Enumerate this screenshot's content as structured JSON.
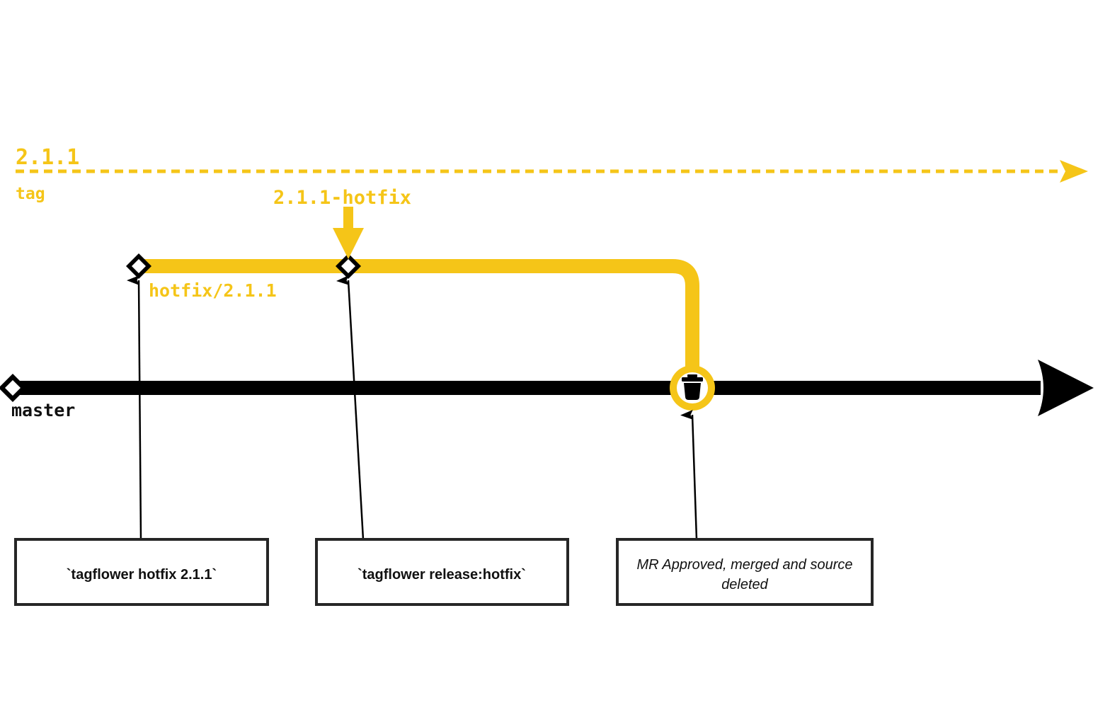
{
  "diagram": {
    "type": "git-branch-timeline",
    "background_color": "#ffffff",
    "accent_color": "#F5C518",
    "line_color": "#000000",
    "box_border_color": "#262626"
  },
  "tag_lane": {
    "title": "2.1.1",
    "sublabel": "tag",
    "color": "#F5C518",
    "style": "dashed",
    "arrow": "right"
  },
  "branch": {
    "name_label": "hotfix/2.1.1",
    "tag_callout": "2.1.1-hotfix",
    "color": "#F5C518",
    "commits": 2
  },
  "trunk": {
    "name_label": "master",
    "color": "#000000",
    "arrow": "right"
  },
  "merge_node": {
    "icon": "trash-icon",
    "ring_color": "#F5C518",
    "icon_color": "#000000"
  },
  "callout_boxes": [
    {
      "id": "box-tagflower-hotfix",
      "text": "`tagflower hotfix 2.1.1`",
      "style": "bold",
      "lines": [
        "`tagflower hotfix 2.1.1`"
      ]
    },
    {
      "id": "box-tagflower-release",
      "text": "`tagflower release:hotfix`",
      "style": "bold",
      "lines": [
        "`tagflower release:hotfix`"
      ]
    },
    {
      "id": "box-mr-approved",
      "text": "MR Approved, merged and source deleted",
      "style": "italic",
      "lines": [
        "MR Approved, merged and source",
        "deleted"
      ]
    }
  ]
}
